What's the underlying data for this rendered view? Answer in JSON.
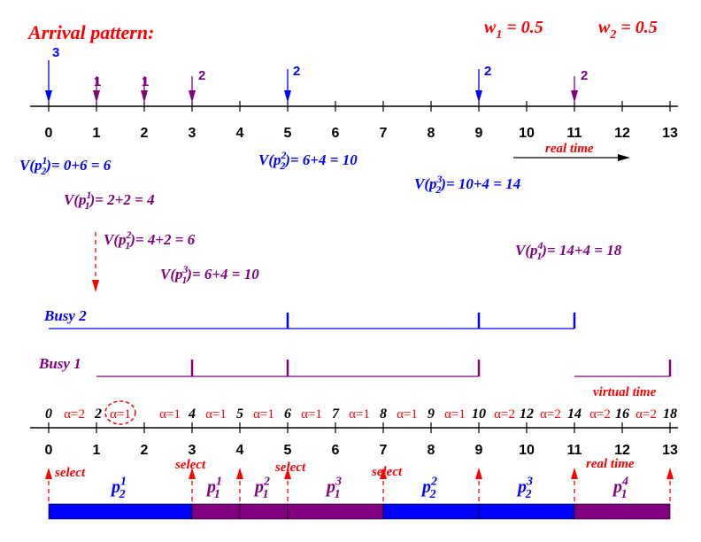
{
  "title": "Arrival pattern:",
  "weights": [
    {
      "sym": "w",
      "sub": "1",
      "rest": " = 0.5"
    },
    {
      "sym": "w",
      "sub": "2",
      "rest": " = 0.5"
    }
  ],
  "colors": {
    "flow1": "#800080",
    "flow2": "#0000ff",
    "accent": "#ff0000",
    "axis": "#000000"
  },
  "real_ticks": [
    "0",
    "1",
    "2",
    "3",
    "4",
    "5",
    "6",
    "7",
    "8",
    "9",
    "10",
    "11",
    "12",
    "13"
  ],
  "arrivals": [
    {
      "t": 0,
      "flow": 2,
      "label": "3"
    },
    {
      "t": 1,
      "flow": 1,
      "label": "1"
    },
    {
      "t": 2,
      "flow": 1,
      "label": "1"
    },
    {
      "t": 3,
      "flow": 1,
      "label": "2"
    },
    {
      "t": 5,
      "flow": 2,
      "label": "2"
    },
    {
      "t": 9,
      "flow": 2,
      "label": "2"
    },
    {
      "t": 11,
      "flow": 1,
      "label": "2"
    }
  ],
  "real_time_label": "real time",
  "virtual_time_label": "virtual time",
  "vlabels": [
    {
      "flow": 2,
      "sub": "2",
      "sup": "1",
      "rest": "= 0+6 = 6"
    },
    {
      "flow": 2,
      "sub": "2",
      "sup": "2",
      "rest": "= 6+4 = 10"
    },
    {
      "flow": 2,
      "sub": "2",
      "sup": "3",
      "rest": "= 10+4 = 14"
    },
    {
      "flow": 1,
      "sub": "1",
      "sup": "1",
      "rest": "= 2+2 = 4"
    },
    {
      "flow": 1,
      "sub": "1",
      "sup": "2",
      "rest": "= 4+2 = 6"
    },
    {
      "flow": 1,
      "sub": "1",
      "sup": "3",
      "rest": "= 6+4 = 10"
    },
    {
      "flow": 1,
      "sub": "1",
      "sup": "4",
      "rest": "= 14+4 = 18"
    }
  ],
  "busy2": {
    "label": "Busy 2",
    "start": 0,
    "end": 11,
    "marks": [
      5,
      9,
      11
    ]
  },
  "busy1": {
    "label": "Busy 1",
    "segments": [
      [
        1,
        9
      ],
      [
        11,
        13
      ]
    ],
    "marks": [
      3,
      5,
      9,
      13
    ]
  },
  "virtual_values": [
    "0",
    "2",
    "4",
    "5",
    "6",
    "7",
    "8",
    "9",
    "10",
    "12",
    "14",
    "16",
    "18"
  ],
  "alphas": [
    "α=2",
    "α=1",
    "α=1",
    "α=1",
    "α=1",
    "α=1",
    "α=1",
    "α=1",
    "α=1",
    "α=2",
    "α=2",
    "α=2",
    "α=2"
  ],
  "select_label": "select",
  "selects": [
    0,
    3,
    5,
    7
  ],
  "schedule": [
    {
      "start": 0,
      "end": 3,
      "flow": 2,
      "sub": "2",
      "sup": "1"
    },
    {
      "start": 3,
      "end": 4,
      "flow": 1,
      "sub": "1",
      "sup": "1"
    },
    {
      "start": 4,
      "end": 5,
      "flow": 1,
      "sub": "1",
      "sup": "2"
    },
    {
      "start": 5,
      "end": 7,
      "flow": 1,
      "sub": "1",
      "sup": "3"
    },
    {
      "start": 7,
      "end": 9,
      "flow": 2,
      "sub": "2",
      "sup": "2"
    },
    {
      "start": 9,
      "end": 11,
      "flow": 2,
      "sub": "2",
      "sup": "3"
    },
    {
      "start": 11,
      "end": 13,
      "flow": 1,
      "sub": "1",
      "sup": "4"
    }
  ]
}
